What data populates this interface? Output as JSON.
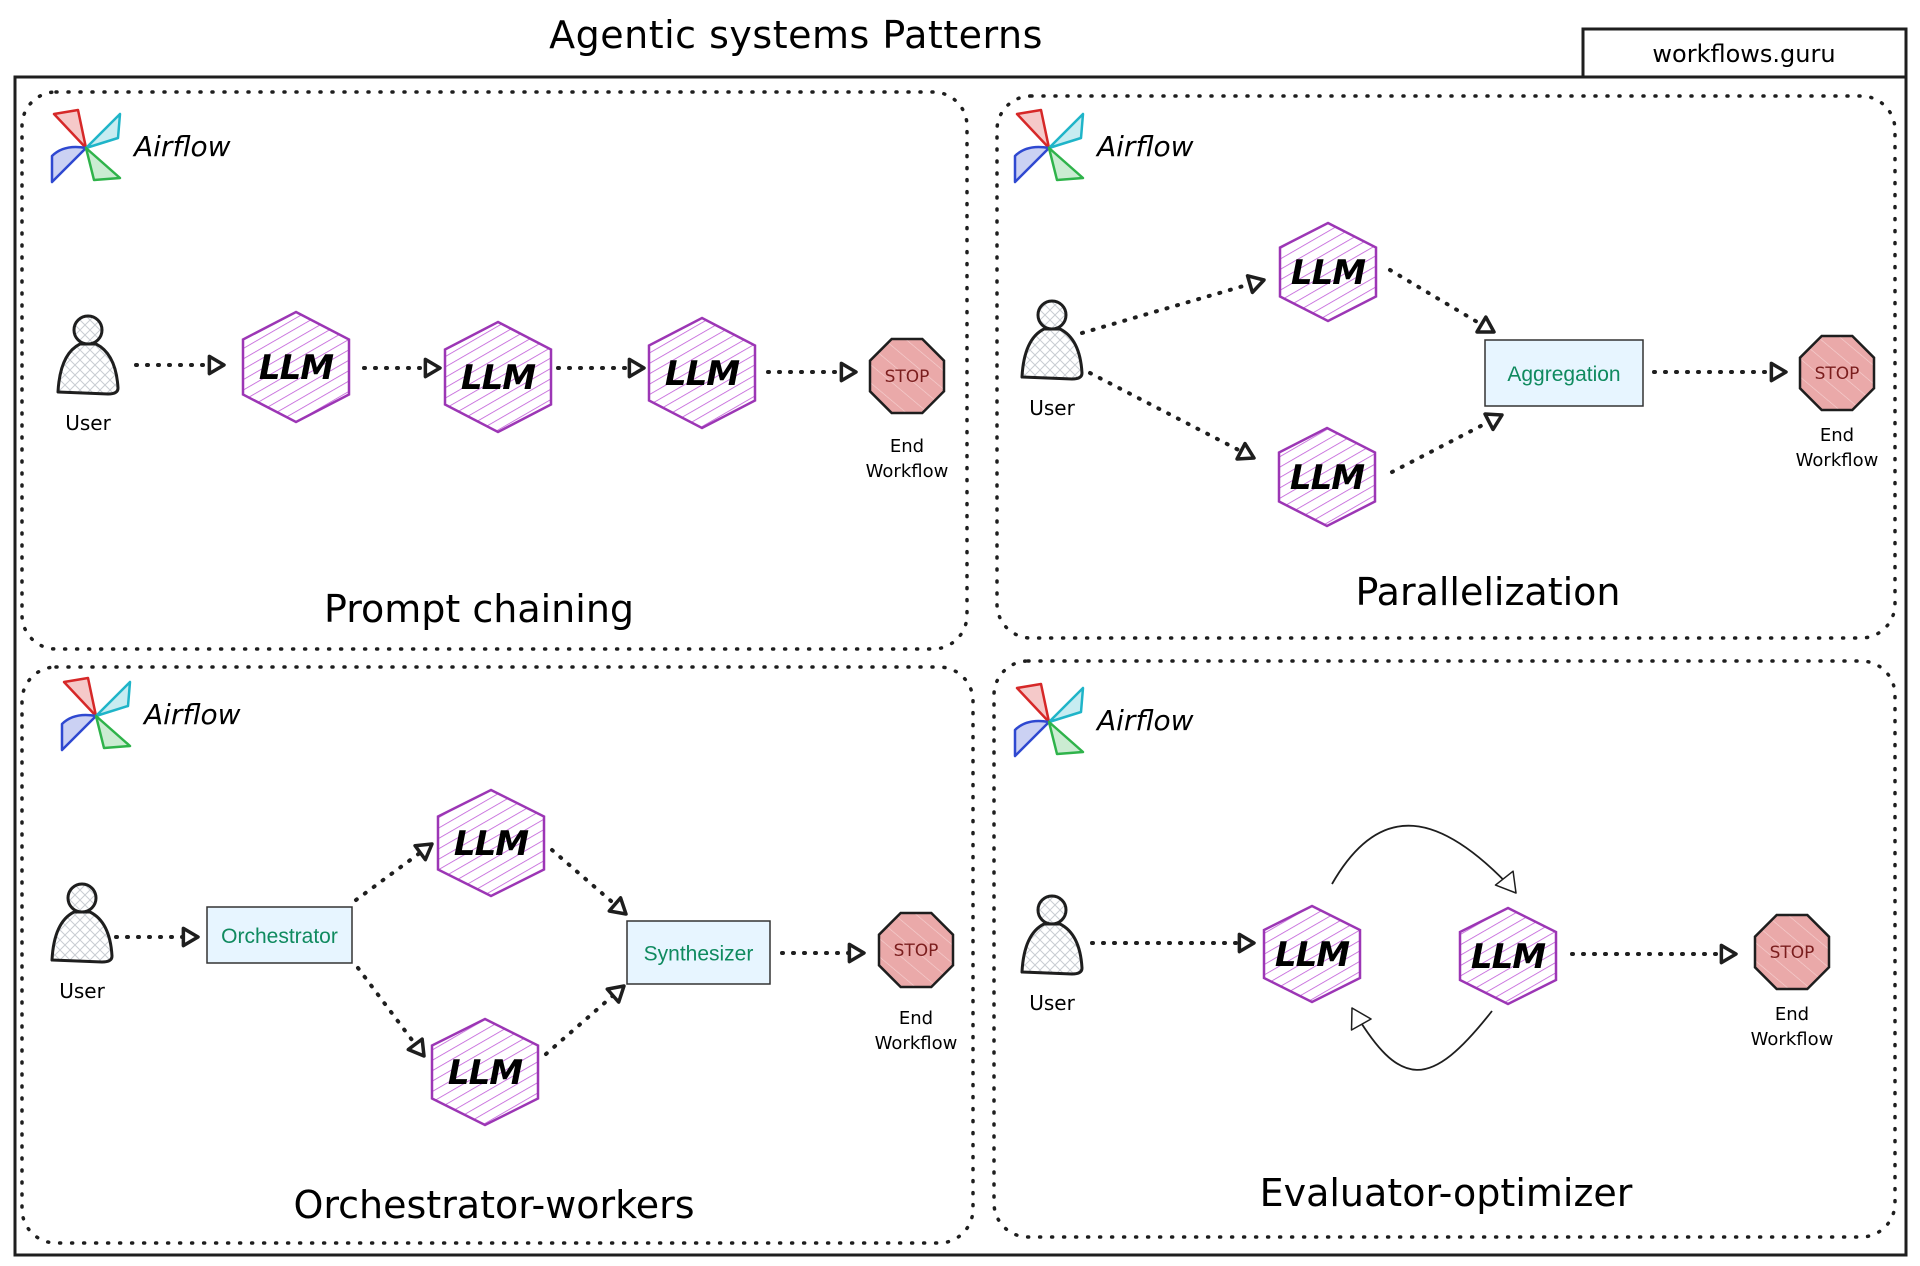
{
  "header": {
    "title": "Agentic systems Patterns",
    "site_label": "workflows.guru"
  },
  "colors": {
    "llm_stroke": "#9c36b5",
    "llm_fill": "#d89ae6",
    "box_fill": "#e7f5ff",
    "box_text": "#0f8a5f",
    "stop_fill": "#eaa9a9",
    "stroke": "#1e1e1e",
    "logo_red": "#d62828",
    "logo_cyan": "#1fb5c9",
    "logo_blue": "#2f49d1",
    "logo_green": "#2fb34a"
  },
  "logo": {
    "label": "Airflow"
  },
  "labels": {
    "user": "User",
    "llm": "LLM",
    "stop": "STOP",
    "end_line1": "End",
    "end_line2": "Workflow"
  },
  "panels": [
    {
      "id": "prompt-chaining",
      "title": "Prompt chaining",
      "nodes": [
        "User",
        "LLM",
        "LLM",
        "LLM",
        "STOP"
      ]
    },
    {
      "id": "parallelization",
      "title": "Parallelization",
      "nodes": [
        "User",
        "LLM",
        "LLM",
        "Aggregation",
        "STOP"
      ],
      "aggregator_label": "Aggregation"
    },
    {
      "id": "orchestrator-workers",
      "title": "Orchestrator-workers",
      "nodes": [
        "User",
        "Orchestrator",
        "LLM",
        "LLM",
        "Synthesizer",
        "STOP"
      ],
      "orchestrator_label": "Orchestrator",
      "synthesizer_label": "Synthesizer"
    },
    {
      "id": "evaluator-optimizer",
      "title": "Evaluator-optimizer",
      "nodes": [
        "User",
        "LLM",
        "LLM",
        "STOP"
      ]
    }
  ]
}
